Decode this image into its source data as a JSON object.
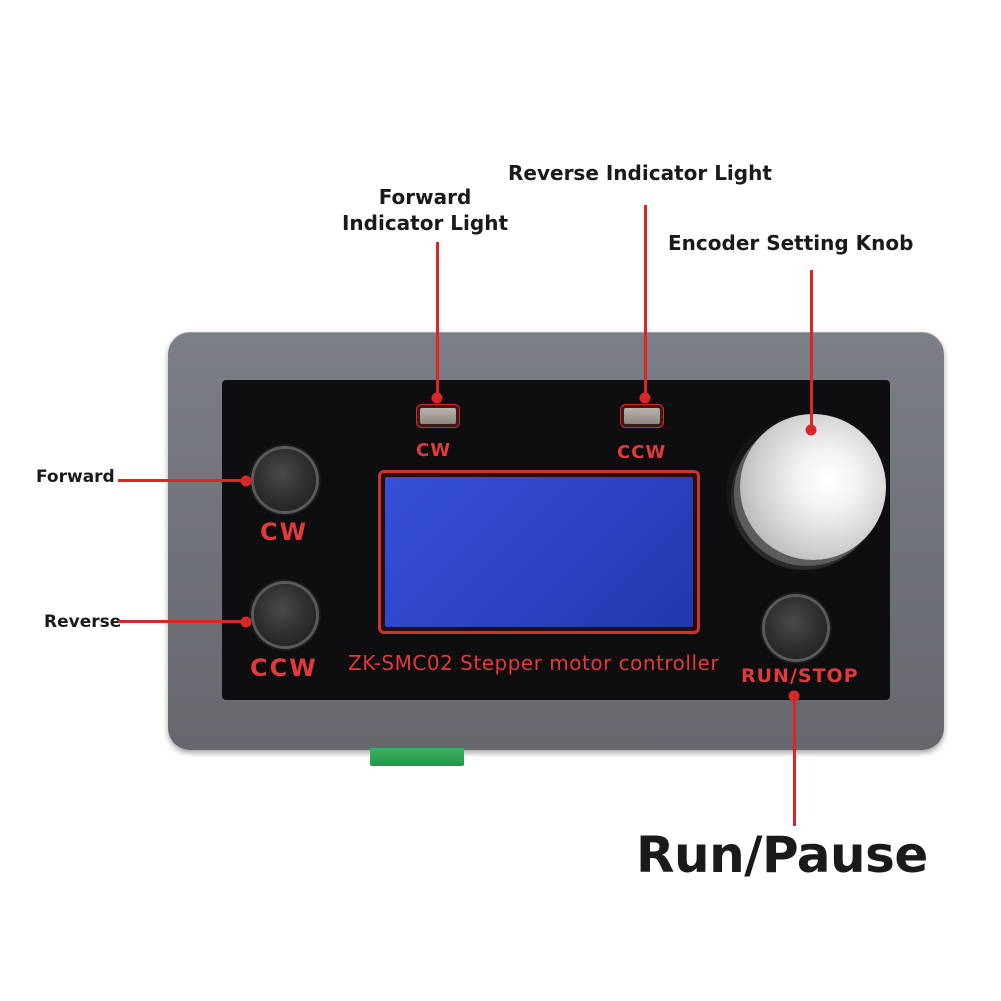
{
  "callouts": {
    "forward_indicator_line1": "Forward",
    "forward_indicator_line2": "Indicator Light",
    "reverse_indicator": "Reverse Indicator Light",
    "encoder_knob": "Encoder Setting Knob",
    "forward": "Forward",
    "reverse": "Reverse",
    "run_pause": "Run/Pause"
  },
  "device": {
    "led_cw_label": "CW",
    "led_ccw_label": "CCW",
    "button_cw_label": "CW",
    "button_ccw_label": "CCW",
    "model_text": "ZK-SMC02 Stepper motor controller",
    "run_stop_label": "RUN/STOP"
  },
  "colors": {
    "annotation_red": "#d8262b",
    "casing_gray": "#74767d",
    "panel_black": "#0e0e10",
    "lcd_blue": "#2c43c4",
    "connector_green": "#2fa352"
  }
}
